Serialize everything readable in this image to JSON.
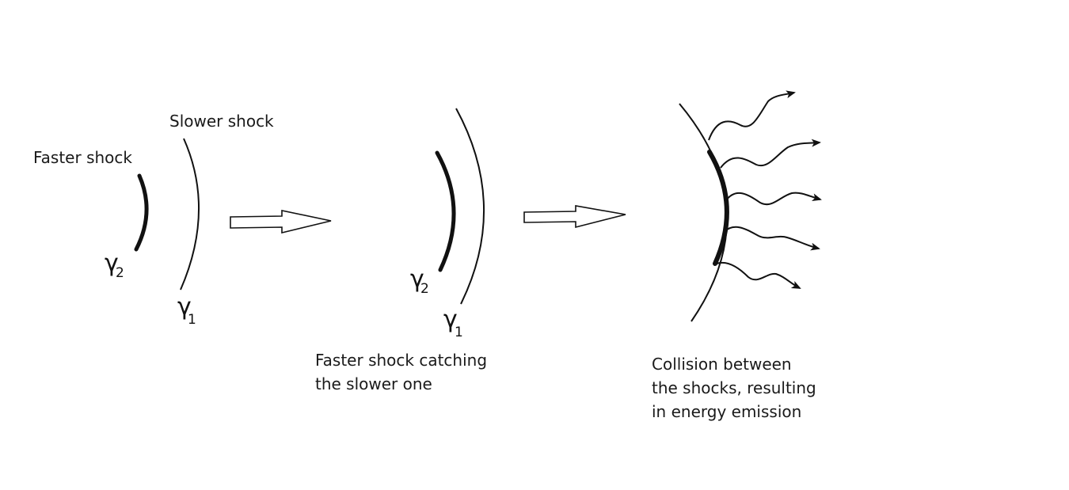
{
  "stage1": {
    "faster_label": "Faster shock",
    "slower_label": "Slower shock",
    "gamma2": {
      "symbol": "γ",
      "sub": "2"
    },
    "gamma1": {
      "symbol": "γ",
      "sub": "1"
    }
  },
  "stage2": {
    "caption_line1": "Faster shock catching",
    "caption_line2": "the slower one",
    "gamma2": {
      "symbol": "γ",
      "sub": "2"
    },
    "gamma1": {
      "symbol": "γ",
      "sub": "1"
    }
  },
  "stage3": {
    "caption_line1": "Collision between",
    "caption_line2": "the shocks, resulting",
    "caption_line3": "in energy emission"
  },
  "colors": {
    "ink": "#111111",
    "background": "#ffffff"
  }
}
